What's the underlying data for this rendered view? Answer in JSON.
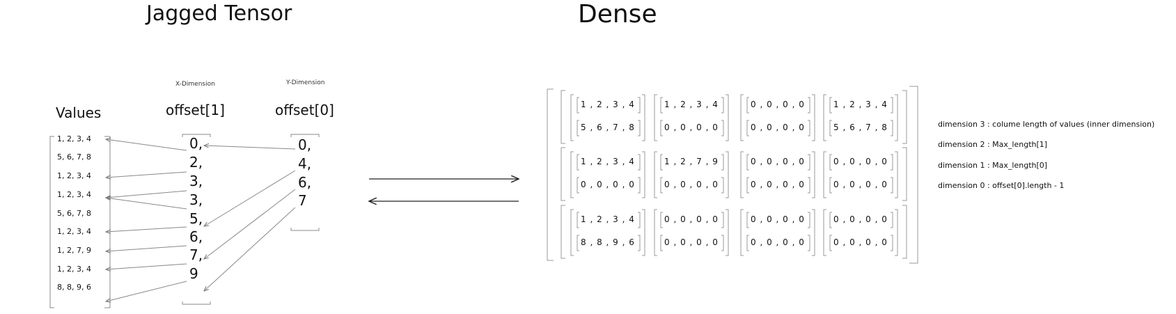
{
  "titles": {
    "jagged": "Jagged Tensor",
    "dense": "Dense"
  },
  "headers": {
    "values": "Values",
    "offset1": "offset[1]",
    "offset0": "offset[0]",
    "x_dimension": "X-Dimension",
    "y_dimension": "Y-Dimension"
  },
  "values": [
    "1, 2, 3, 4",
    "5, 6, 7, 8",
    "1, 2, 3, 4",
    "1, 2, 3, 4",
    "5, 6, 7, 8",
    "1, 2, 3, 4",
    "1, 2, 7, 9",
    "1, 2, 3, 4",
    "8, 8, 9, 6"
  ],
  "offset1": [
    "0,",
    "2,",
    "3,",
    "3,",
    "5,",
    "6,",
    "7,",
    "9"
  ],
  "offset0": [
    "0,",
    "4,",
    "6,",
    "7"
  ],
  "dense": [
    [
      [
        "1 , 2 , 3 , 4",
        "5 , 6 , 7 , 8"
      ],
      [
        "1 , 2 , 3 , 4",
        "0 , 0 , 0 , 0"
      ],
      [
        "0 , 0 , 0 , 0",
        "0 , 0 , 0 , 0"
      ],
      [
        "1 , 2 , 3 , 4",
        "5 , 6 , 7 , 8"
      ]
    ],
    [
      [
        "1 , 2 , 3 , 4",
        "0 , 0 , 0 , 0"
      ],
      [
        "1 , 2 , 7 , 9",
        "0 , 0 , 0 , 0"
      ],
      [
        "0 , 0 , 0 , 0",
        "0 , 0 , 0 , 0"
      ],
      [
        "0 , 0 , 0 , 0",
        "0 , 0 , 0 , 0"
      ]
    ],
    [
      [
        "1 , 2 , 3 , 4",
        "8 , 8 , 9 , 6"
      ],
      [
        "0 , 0 , 0 , 0",
        "0 , 0 , 0 , 0"
      ],
      [
        "0 , 0 , 0 , 0",
        "0 , 0 , 0 , 0"
      ],
      [
        "0 , 0 , 0 , 0",
        "0 , 0 , 0 , 0"
      ]
    ]
  ],
  "notes": [
    "dimension 3 : colume length of values (inner dimension)",
    "dimension 2 : Max_length[1]",
    "dimension 1 : Max_length[0]",
    "dimension 0 : offset[0].length - 1"
  ]
}
